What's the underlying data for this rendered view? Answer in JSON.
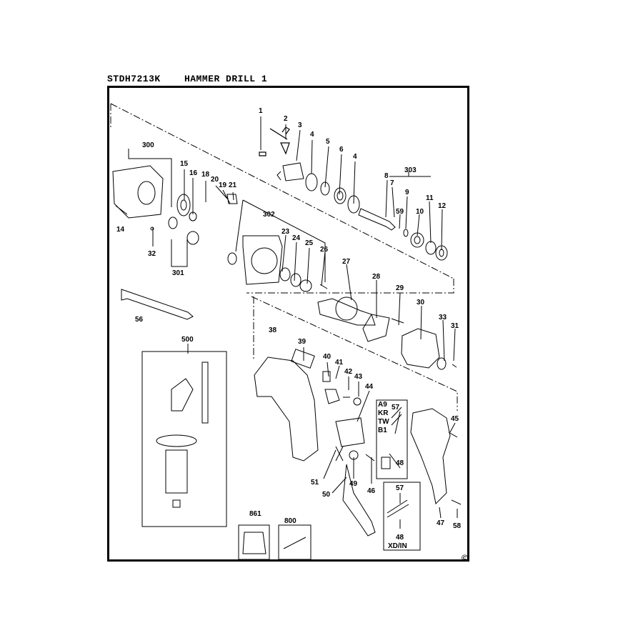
{
  "header": {
    "model": "STDH7213K",
    "title": "HAMMER DRILL 1"
  },
  "copyright_symbol": "©",
  "callouts": [
    {
      "n": "1"
    },
    {
      "n": "2"
    },
    {
      "n": "3"
    },
    {
      "n": "4"
    },
    {
      "n": "5"
    },
    {
      "n": "6"
    },
    {
      "n": "4"
    },
    {
      "n": "8"
    },
    {
      "n": "7"
    },
    {
      "n": "303"
    },
    {
      "n": "9"
    },
    {
      "n": "11"
    },
    {
      "n": "59"
    },
    {
      "n": "10"
    },
    {
      "n": "12"
    },
    {
      "n": "300"
    },
    {
      "n": "15"
    },
    {
      "n": "16"
    },
    {
      "n": "18"
    },
    {
      "n": "20"
    },
    {
      "n": "19"
    },
    {
      "n": "21"
    },
    {
      "n": "302"
    },
    {
      "n": "14"
    },
    {
      "n": "32"
    },
    {
      "n": "301"
    },
    {
      "n": "23"
    },
    {
      "n": "24"
    },
    {
      "n": "25"
    },
    {
      "n": "26"
    },
    {
      "n": "27"
    },
    {
      "n": "28"
    },
    {
      "n": "29"
    },
    {
      "n": "30"
    },
    {
      "n": "33"
    },
    {
      "n": "31"
    },
    {
      "n": "56"
    },
    {
      "n": "38"
    },
    {
      "n": "39"
    },
    {
      "n": "40"
    },
    {
      "n": "41"
    },
    {
      "n": "42"
    },
    {
      "n": "43"
    },
    {
      "n": "44"
    },
    {
      "n": "500"
    },
    {
      "n": "45"
    },
    {
      "n": "57"
    },
    {
      "n": "48"
    },
    {
      "n": "51"
    },
    {
      "n": "49"
    },
    {
      "n": "46"
    },
    {
      "n": "50"
    },
    {
      "n": "47"
    },
    {
      "n": "58"
    },
    {
      "n": "57"
    },
    {
      "n": "48"
    },
    {
      "n": "861"
    },
    {
      "n": "800"
    }
  ],
  "region_codes": [
    "A9",
    "KR",
    "TW",
    "B1"
  ],
  "region_code_xd": "XD/IN"
}
